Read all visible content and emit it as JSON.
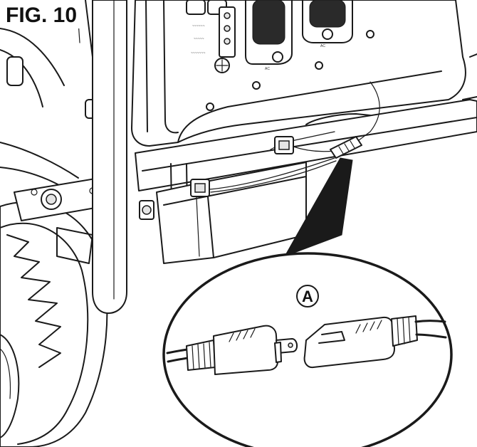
{
  "figure": {
    "label": "FIG. 10",
    "callout": "A"
  },
  "panel": {
    "outlet_left_text": "AC",
    "outlet_right_text": "AC"
  },
  "colors": {
    "line": "#1a1a1a",
    "fill": "#ffffff",
    "shade": "#e4e4e4"
  }
}
